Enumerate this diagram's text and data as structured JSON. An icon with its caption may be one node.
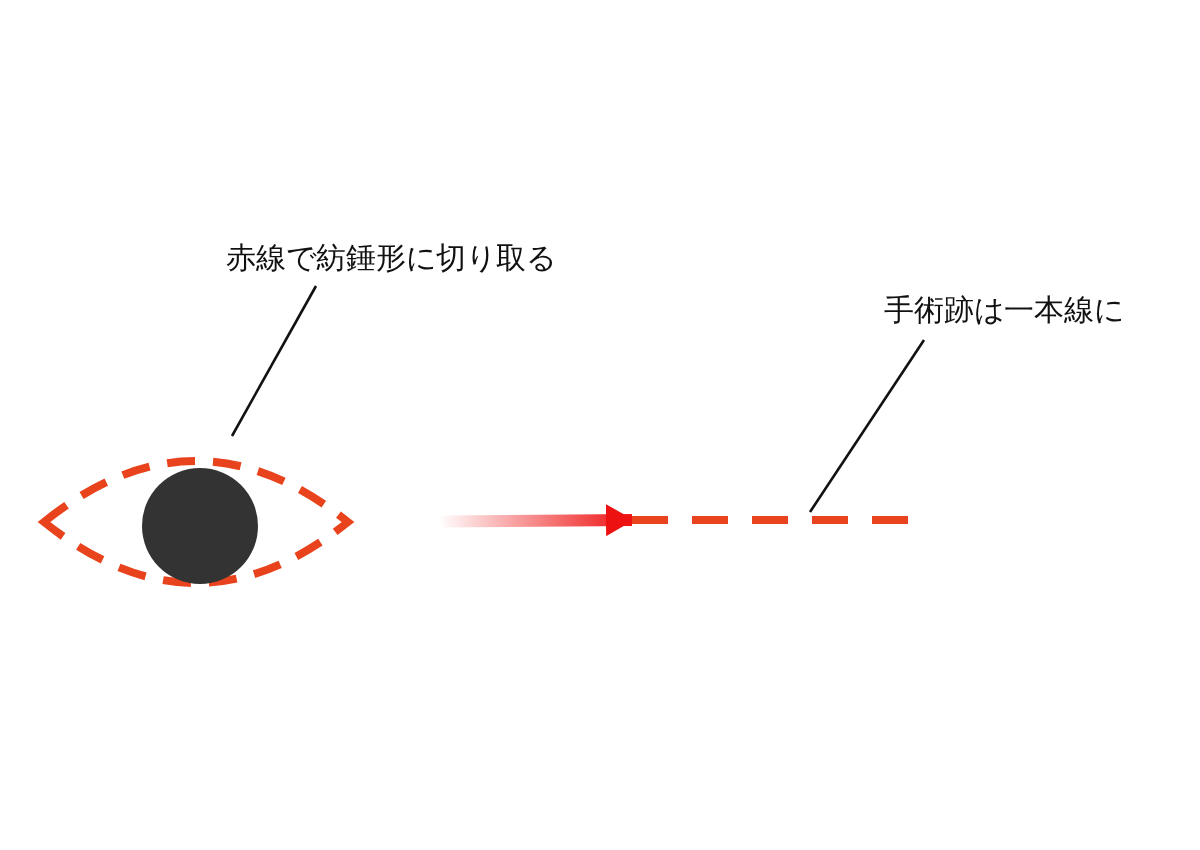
{
  "diagram": {
    "nodes": [
      {
        "text": [
          "赤線で紡錘形に切り取る"
        ]
      },
      {
        "text": [],
        "shape": "ellipse"
      },
      {
        "text": [],
        "shape": "circle",
        "in": 1
      },
      {
        "text": [],
        "shape": "line"
      },
      {
        "text": [
          "手術跡は一本線に"
        ]
      }
    ],
    "edges": [
      {
        "from": 0,
        "to": 1,
        "arrow": "none"
      },
      {
        "from": 1,
        "to": 3,
        "arrow": "to",
        "color": "#ee1111",
        "style": "thick"
      },
      {
        "from": 4,
        "to": 3,
        "arrow": "none"
      }
    ]
  }
}
